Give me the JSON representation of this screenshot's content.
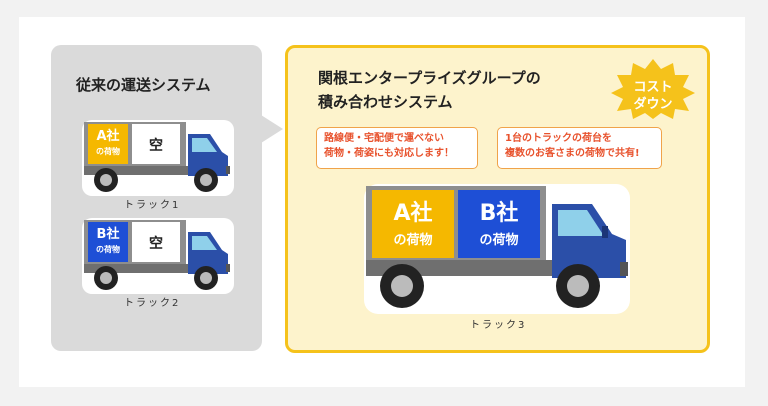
{
  "left": {
    "title": "従来の運送システム",
    "truck1": {
      "cargo_a_top": "A社",
      "cargo_a_bottom": "の荷物",
      "empty": "空",
      "caption": "トラック1"
    },
    "truck2": {
      "cargo_b_top": "B社",
      "cargo_b_bottom": "の荷物",
      "empty": "空",
      "caption": "トラック2"
    }
  },
  "right": {
    "title_line1": "関根エンタープライズグループの",
    "title_line2": "積み合わせシステム",
    "badge_line1": "コスト",
    "badge_line2": "ダウン",
    "feature1_line1": "路線便・宅配便で運べない",
    "feature1_line2": "荷物・荷姿にも対応します！",
    "feature2_line1": "1台のトラックの荷台を",
    "feature2_line2": "複数のお客さまの荷物で共有!",
    "truck3": {
      "cargo_a_top": "A社",
      "cargo_a_bottom": "の荷物",
      "cargo_b_top": "B社",
      "cargo_b_bottom": "の荷物",
      "caption": "トラック3"
    }
  },
  "colors": {
    "cargo_a": "#f5b800",
    "cargo_b": "#1e4fd6",
    "cab": "#2b4fa8",
    "panel_border": "#f5c21b",
    "accent_text": "#e8522d"
  }
}
